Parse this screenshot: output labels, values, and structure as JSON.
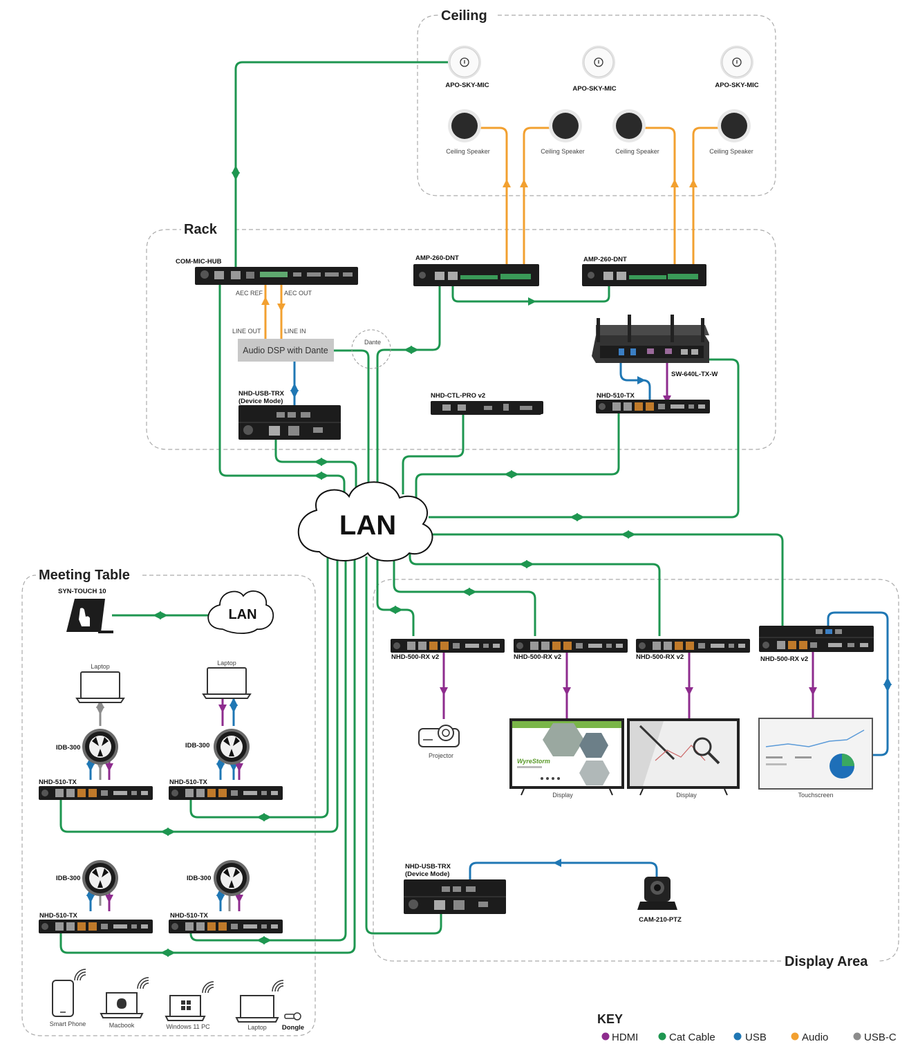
{
  "zones": {
    "ceiling": "Ceiling",
    "rack": "Rack",
    "meeting_table": "Meeting Table",
    "display_area": "Display Area"
  },
  "ceiling": {
    "mic_label": "APO-SKY-MIC",
    "speaker_label": "Ceiling Speaker"
  },
  "rack": {
    "com_mic_hub": "COM-MIC-HUB",
    "amp": "AMP-260-DNT",
    "aec_ref": "AEC REF",
    "aec_out": "AEC OUT",
    "line_out": "LINE OUT",
    "line_in": "LINE IN",
    "dsp": "Audio DSP with Dante",
    "dante": "Dante",
    "usb_trx_line1": "NHD-USB-TRX",
    "usb_trx_line2": "(Device Mode)",
    "ctl_pro": "NHD-CTL-PRO v2",
    "tx_510": "NHD-510-TX",
    "switcher": "SW-640L-TX-W"
  },
  "lan": "LAN",
  "meeting": {
    "touch": "SYN-TOUCH 10",
    "laptop": "Laptop",
    "idb": "IDB-300",
    "tx": "NHD-510-TX",
    "smart_phone": "Smart Phone",
    "macbook": "Macbook",
    "windows_pc": "Windows 11 PC",
    "dongle": "Dongle"
  },
  "display": {
    "rx": "NHD-500-RX v2",
    "projector": "Projector",
    "display": "Display",
    "touchscreen": "Touchscreen",
    "usb_trx_line1": "NHD-USB-TRX",
    "usb_trx_line2": "(Device Mode)",
    "camera": "CAM-210-PTZ",
    "brand_text": "WyreStorm"
  },
  "key": {
    "title": "KEY",
    "items": [
      {
        "label": "HDMI",
        "color": "#8e2c8e"
      },
      {
        "label": "Cat Cable",
        "color": "#1e9650"
      },
      {
        "label": "USB",
        "color": "#1f77b4"
      },
      {
        "label": "Audio",
        "color": "#f2a030"
      },
      {
        "label": "USB-C",
        "color": "#8c8c8c"
      }
    ]
  },
  "colors": {
    "hdmi": "#8e2c8e",
    "cat": "#1e9650",
    "usb": "#1f77b4",
    "audio": "#f2a030",
    "usbc": "#8c8c8c"
  }
}
